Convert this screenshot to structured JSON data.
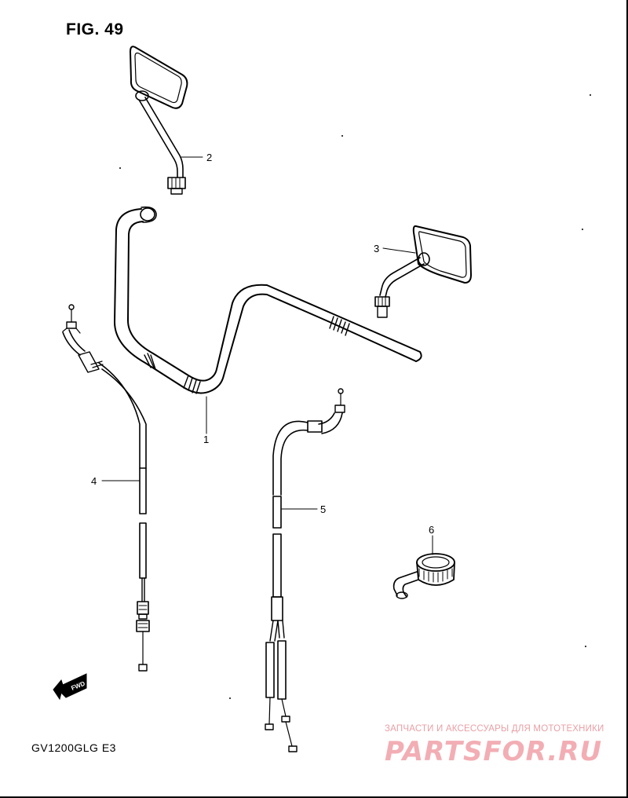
{
  "figure": {
    "title": "FIG. 49",
    "model_code": "GV1200GLG  E3"
  },
  "callouts": [
    "1",
    "2",
    "3",
    "4",
    "5",
    "6"
  ],
  "direction_marker": {
    "label": "FWD"
  },
  "watermark": {
    "tagline": "ЗАПЧАСТИ И АКСЕССУАРЫ ДЛЯ МОТОТЕХНИКИ",
    "logo": "PARTSFOR.RU"
  },
  "colors": {
    "line": "#000000",
    "watermark": "#f2aeb4"
  }
}
